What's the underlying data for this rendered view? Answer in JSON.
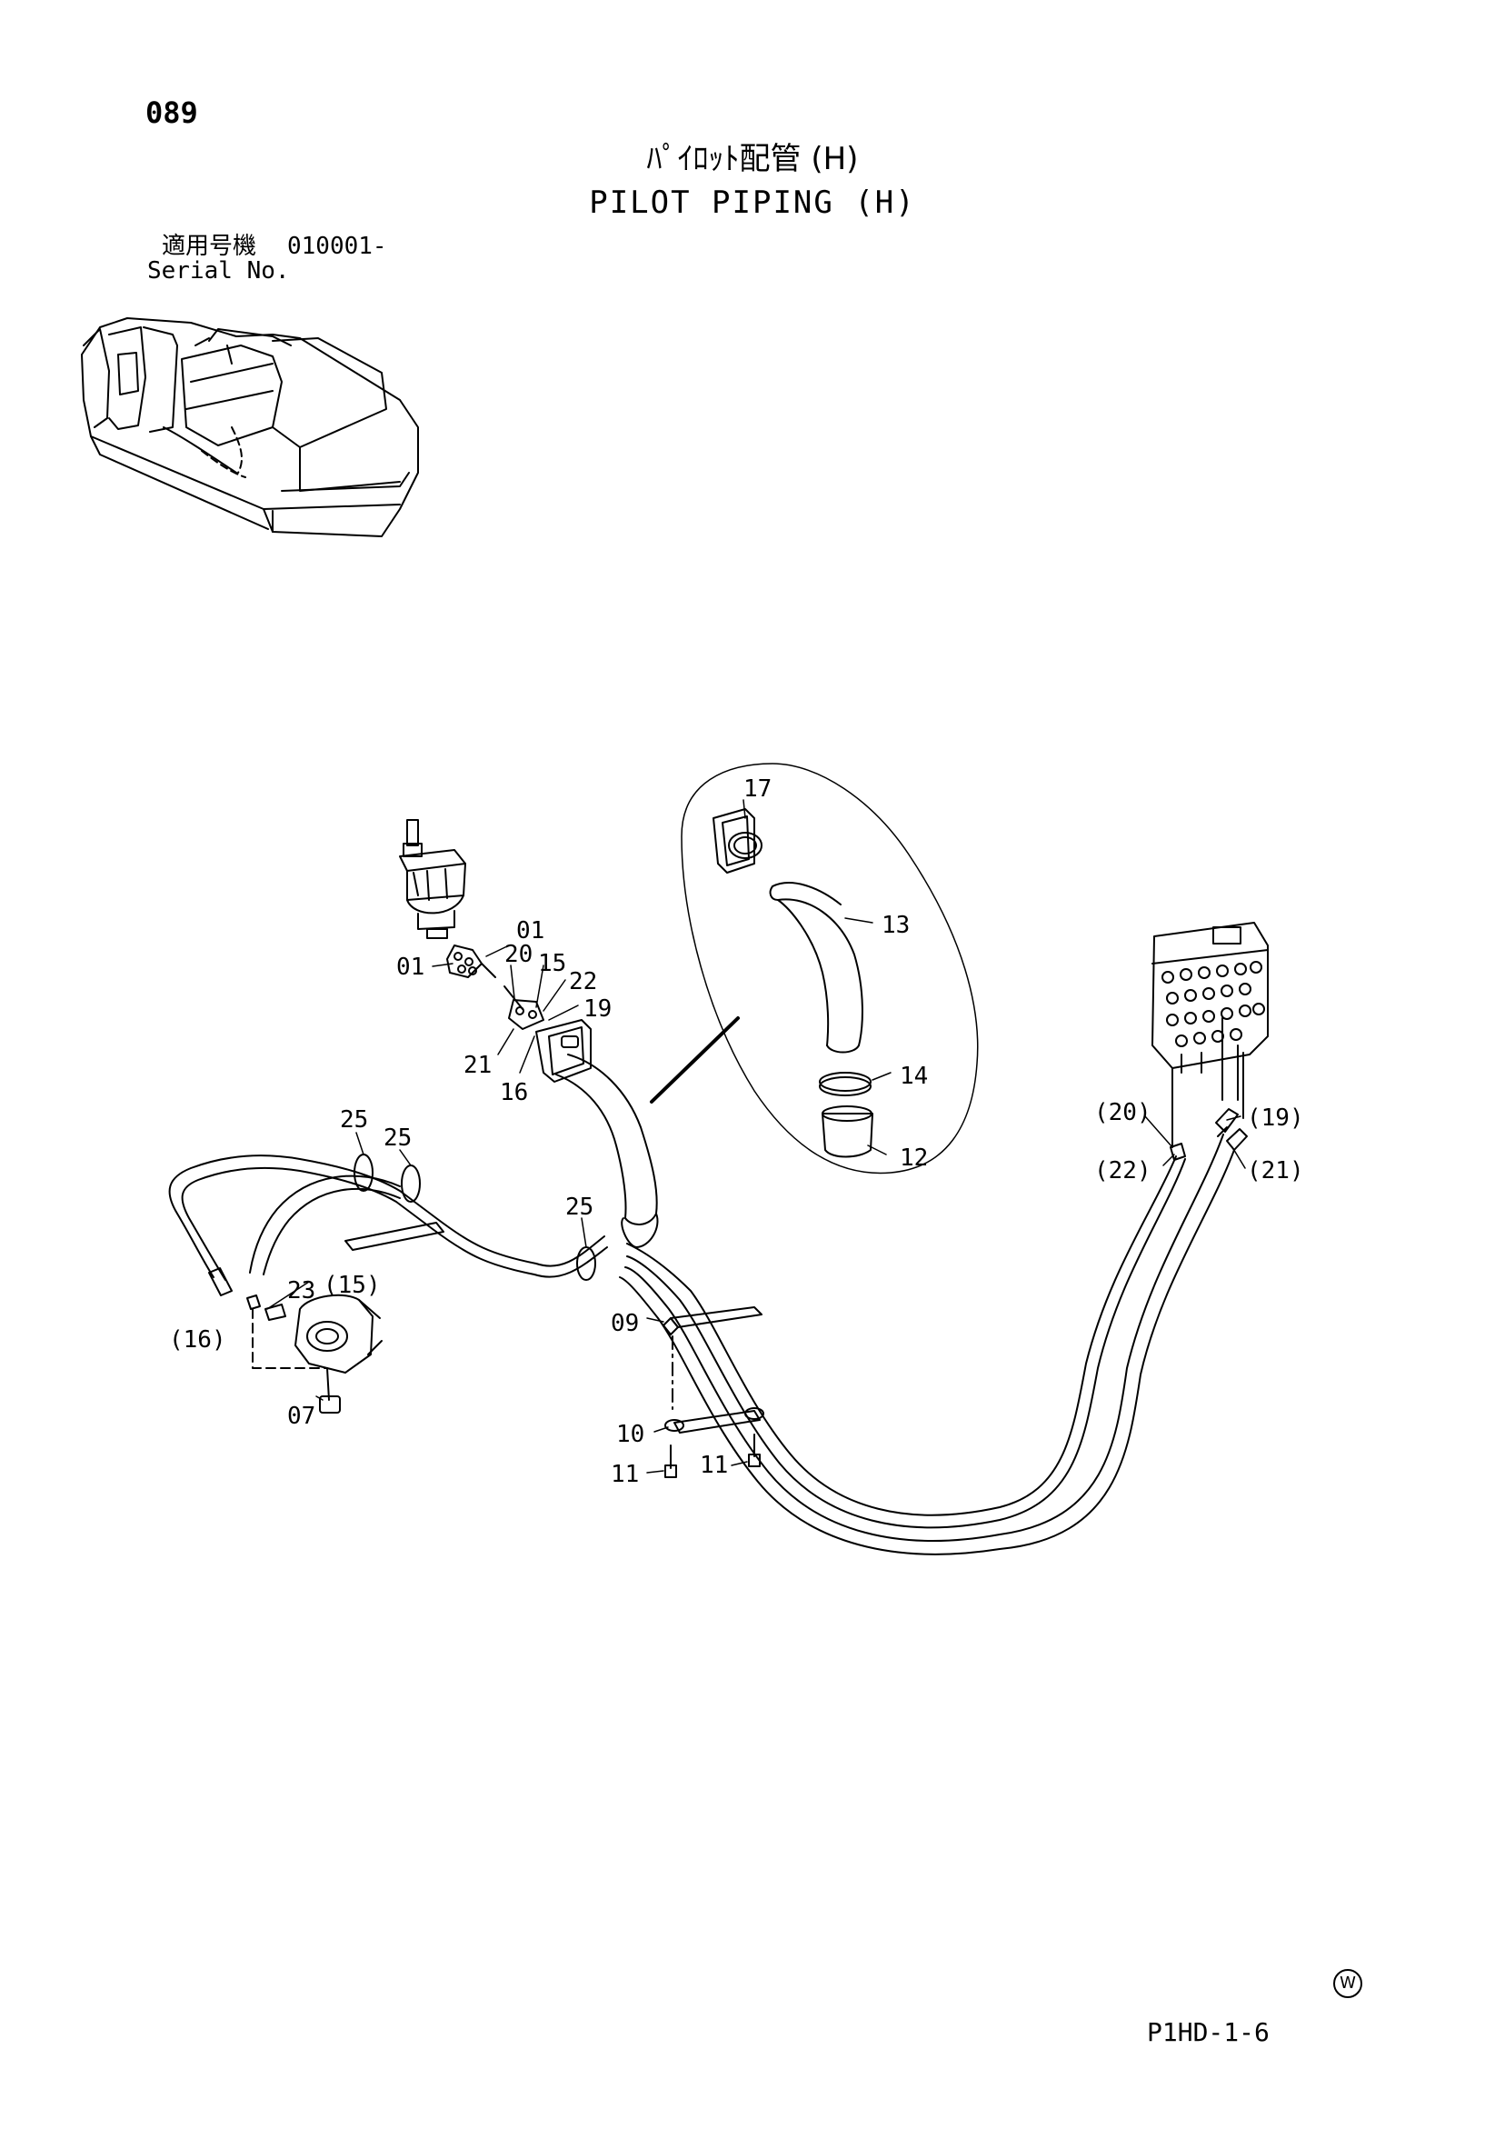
{
  "header": {
    "page_number": "089",
    "title_jp": "ﾊﾟｲﾛｯﾄ配管 (H)",
    "title_en": "PILOT PIPING (H)",
    "serial_label_jp": "適用号機",
    "serial_value": "010001-",
    "serial_label_en": "Serial No."
  },
  "callouts": {
    "c01a": "01",
    "c01b": "01",
    "c20": "20",
    "c15": "15",
    "c22": "22",
    "c19": "19",
    "c21": "21",
    "c16": "16",
    "c17": "17",
    "c13": "13",
    "c14": "14",
    "c12": "12",
    "c25a": "25",
    "c25b": "25",
    "c25c": "25",
    "c23": "23",
    "c15p": "(15)",
    "c16p": "(16)",
    "c07": "07",
    "c09": "09",
    "c10": "10",
    "c11a": "11",
    "c11b": "11",
    "c20p": "(20)",
    "c19p": "(19)",
    "c22p": "(22)",
    "c21p": "(21)"
  },
  "footer": {
    "code": "P1HD-1-6",
    "mark": "W"
  }
}
